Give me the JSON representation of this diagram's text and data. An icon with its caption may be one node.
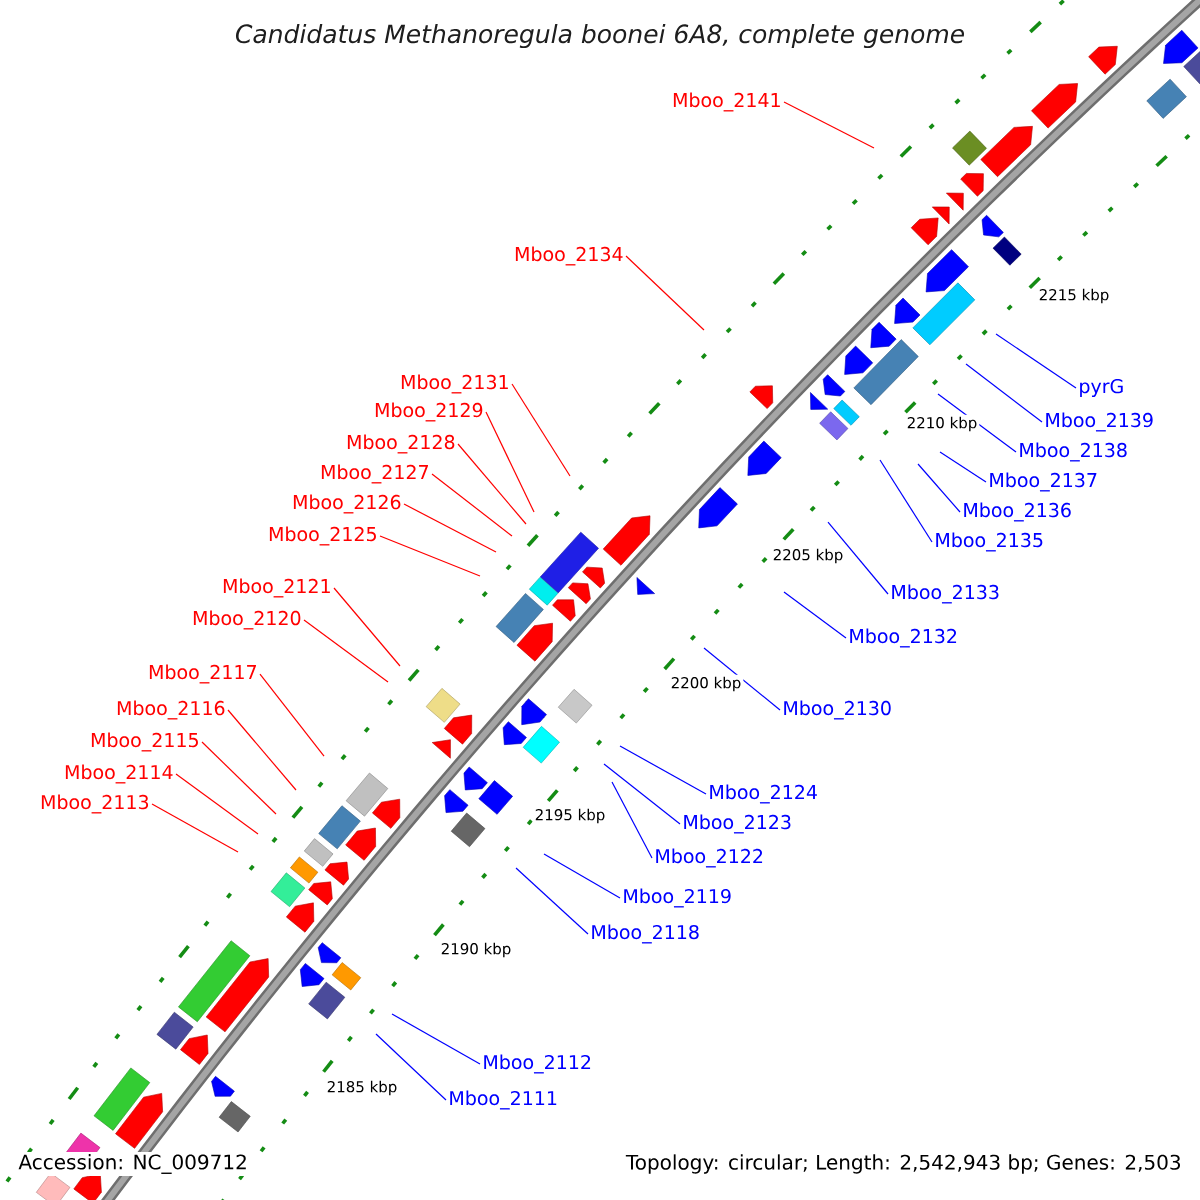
{
  "diagram": {
    "title": "Candidatus Methanoregula boonei 6A8, complete genome",
    "nodes": [
      {
        "text": [
          "Mboo_2141"
        ]
      },
      {
        "text": [
          "Mboo_2134"
        ]
      },
      {
        "text": [
          "Mboo_2131"
        ]
      },
      {
        "text": [
          "Mboo_2129"
        ]
      },
      {
        "text": [
          "Mboo_2128"
        ]
      },
      {
        "text": [
          "Mboo_2127"
        ]
      },
      {
        "text": [
          "Mboo_2126"
        ]
      },
      {
        "text": [
          "Mboo_2125"
        ]
      },
      {
        "text": [
          "Mboo_2121"
        ]
      },
      {
        "text": [
          "Mboo_2120"
        ]
      },
      {
        "text": [
          "Mboo_2117"
        ]
      },
      {
        "text": [
          "Mboo_2116"
        ]
      },
      {
        "text": [
          "Mboo_2115"
        ]
      },
      {
        "text": [
          "Mboo_2114"
        ]
      },
      {
        "text": [
          "Mboo_2113"
        ]
      },
      {
        "text": [
          "pyrG"
        ]
      },
      {
        "text": [
          "Mboo_2139"
        ]
      },
      {
        "text": [
          "Mboo_2138"
        ]
      },
      {
        "text": [
          "Mboo_2137"
        ]
      },
      {
        "text": [
          "Mboo_2136"
        ]
      },
      {
        "text": [
          "Mboo_2135"
        ]
      },
      {
        "text": [
          "Mboo_2133"
        ]
      },
      {
        "text": [
          "Mboo_2132"
        ]
      },
      {
        "text": [
          "Mboo_2130"
        ]
      },
      {
        "text": [
          "Mboo_2124"
        ]
      },
      {
        "text": [
          "Mboo_2123"
        ]
      },
      {
        "text": [
          "Mboo_2122"
        ]
      },
      {
        "text": [
          "Mboo_2119"
        ]
      },
      {
        "text": [
          "Mboo_2118"
        ]
      },
      {
        "text": [
          "Mboo_2112"
        ]
      },
      {
        "text": [
          "Mboo_2111"
        ]
      }
    ],
    "edges": [
      {
        "from": 0,
        "to": null,
        "arrow": "none",
        "color": "#ff0000"
      },
      {
        "from": 1,
        "to": null,
        "arrow": "none",
        "color": "#ff0000"
      },
      {
        "from": 2,
        "to": null,
        "arrow": "none",
        "color": "#ff0000"
      },
      {
        "from": 3,
        "to": null,
        "arrow": "none",
        "color": "#ff0000"
      },
      {
        "from": 4,
        "to": null,
        "arrow": "none",
        "color": "#ff0000"
      },
      {
        "from": 5,
        "to": null,
        "arrow": "none",
        "color": "#ff0000"
      },
      {
        "from": 6,
        "to": null,
        "arrow": "none",
        "color": "#ff0000"
      },
      {
        "from": 7,
        "to": null,
        "arrow": "none",
        "color": "#ff0000"
      },
      {
        "from": 8,
        "to": null,
        "arrow": "none",
        "color": "#ff0000"
      },
      {
        "from": 9,
        "to": null,
        "arrow": "none",
        "color": "#ff0000"
      },
      {
        "from": 10,
        "to": null,
        "arrow": "none",
        "color": "#ff0000"
      },
      {
        "from": 11,
        "to": null,
        "arrow": "none",
        "color": "#ff0000"
      },
      {
        "from": 12,
        "to": null,
        "arrow": "none",
        "color": "#ff0000"
      },
      {
        "from": 13,
        "to": null,
        "arrow": "none",
        "color": "#ff0000"
      },
      {
        "from": 14,
        "to": null,
        "arrow": "none",
        "color": "#ff0000"
      },
      {
        "from": 15,
        "to": null,
        "arrow": "none"
      },
      {
        "from": 16,
        "to": null,
        "arrow": "none"
      },
      {
        "from": 17,
        "to": null,
        "arrow": "none"
      },
      {
        "from": 18,
        "to": null,
        "arrow": "none"
      },
      {
        "from": 19,
        "to": null,
        "arrow": "none"
      },
      {
        "from": 20,
        "to": null,
        "arrow": "none"
      },
      {
        "from": 21,
        "to": null,
        "arrow": "none"
      },
      {
        "from": 22,
        "to": null,
        "arrow": "none"
      },
      {
        "from": 23,
        "to": null,
        "arrow": "none"
      },
      {
        "from": 24,
        "to": null,
        "arrow": "none"
      },
      {
        "from": 25,
        "to": null,
        "arrow": "none"
      },
      {
        "from": 26,
        "to": null,
        "arrow": "none"
      },
      {
        "from": 27,
        "to": null,
        "arrow": "none"
      },
      {
        "from": 28,
        "to": null,
        "arrow": "none"
      },
      {
        "from": 29,
        "to": null,
        "arrow": "none"
      },
      {
        "from": 30,
        "to": null,
        "arrow": "none"
      }
    ],
    "labels": [
      "2215 kbp",
      "2210 kbp",
      "2205 kbp",
      "2200 kbp",
      "2195 kbp",
      "2190 kbp",
      "2185 kbp",
      "Accession: NC_009712",
      "Topology: circular; Length: 2,542,943 bp; Genes: 2,503"
    ]
  }
}
